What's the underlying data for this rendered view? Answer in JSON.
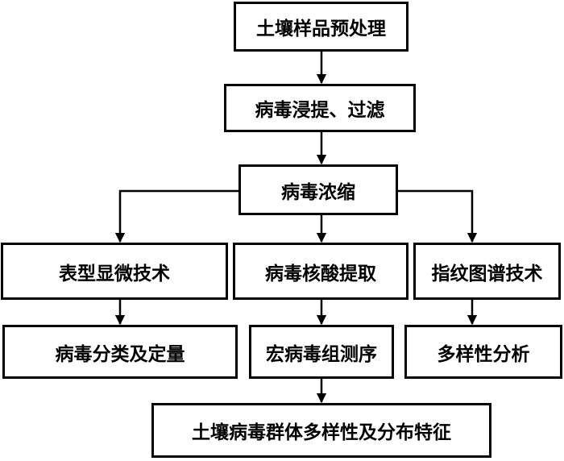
{
  "nodes": {
    "pretreatment": "土壤样品预处理",
    "extraction": "病毒浸提、过滤",
    "concentration": "病毒浓缩",
    "microscopy": "表型显微技术",
    "nucleic_acid": "病毒核酸提取",
    "fingerprint": "指纹图谱技术",
    "classification": "病毒分类及定量",
    "metagenome": "宏病毒组测序",
    "diversity_analysis": "多样性分析",
    "final": "土壤病毒群体多样性及分布特征"
  }
}
